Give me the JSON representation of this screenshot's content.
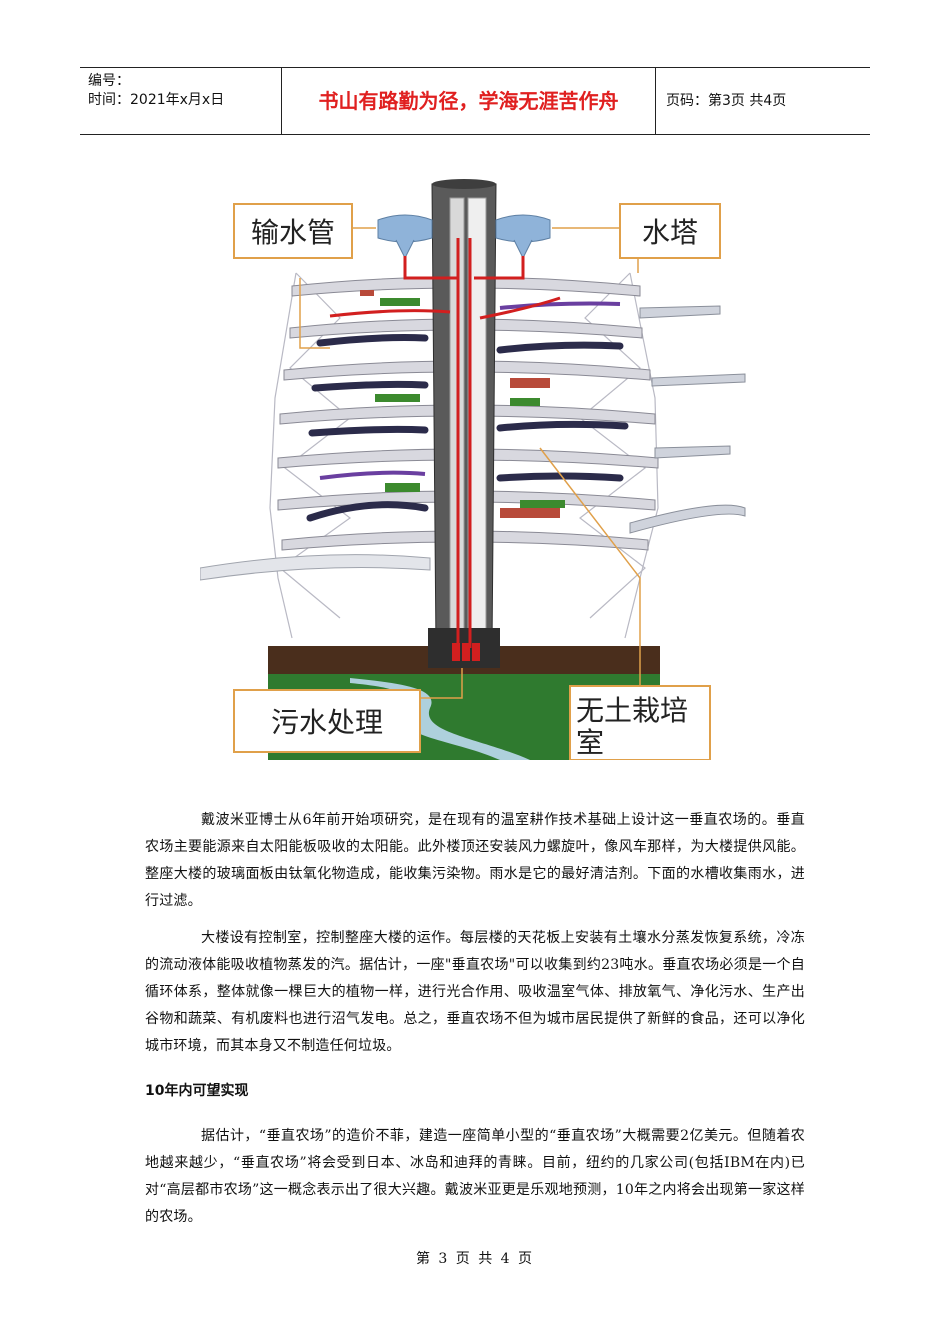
{
  "header": {
    "number_label": "编号：",
    "time_label": "时间：2021年x月x日",
    "motto": "书山有路勤为径，学海无涯苦作舟",
    "page_info": "页码：第3页  共4页"
  },
  "figure": {
    "labels": {
      "water_pipe": "输水管",
      "water_tower": "水塔",
      "sewage": "污水处理",
      "soilless_line1": "无土栽培",
      "soilless_line2": "室"
    },
    "colors": {
      "pipe_red": "#d21f1f",
      "label_border": "#e0a04a",
      "soil": "#4a2e1c",
      "grass": "#2f7a2f",
      "tower_grey": "#5a5a5a",
      "tank_blue": "#8fb3d9"
    }
  },
  "body": {
    "para1": "戴波米亚博士从6年前开始项研究，是在现有的温室耕作技术基础上设计这一垂直农场的。垂直农场主要能源来自太阳能板吸收的太阳能。此外楼顶还安装风力螺旋叶，像风车那样，为大楼提供风能。整座大楼的玻璃面板由钛氧化物造成，能收集污染物。雨水是它的最好清洁剂。下面的水槽收集雨水，进行过滤。",
    "para2": "大楼设有控制室，控制整座大楼的运作。每层楼的天花板上安装有土壤水分蒸发恢复系统，冷冻的流动液体能吸收植物蒸发的汽。据估计，一座\"垂直农场\"可以收集到约23吨水。垂直农场必须是一个自循环体系，整体就像一棵巨大的植物一样，进行光合作用、吸收温室气体、排放氧气、净化污水、生产出谷物和蔬菜、有机废料也进行沼气发电。总之，垂直农场不但为城市居民提供了新鲜的食品，还可以净化城市环境，而其本身又不制造任何垃圾。",
    "subheading": "10年内可望实现",
    "para3": "据估计，“垂直农场”的造价不菲，建造一座简单小型的“垂直农场”大概需要2亿美元。但随着农地越来越少，“垂直农场”将会受到日本、冰岛和迪拜的青睐。目前，纽约的几家公司(包括IBM在内)已对“高层都市农场”这一概念表示出了很大兴趣。戴波米亚更是乐观地预测，10年之内将会出现第一家这样的农场。"
  },
  "footer": "第 3 页 共 4 页"
}
